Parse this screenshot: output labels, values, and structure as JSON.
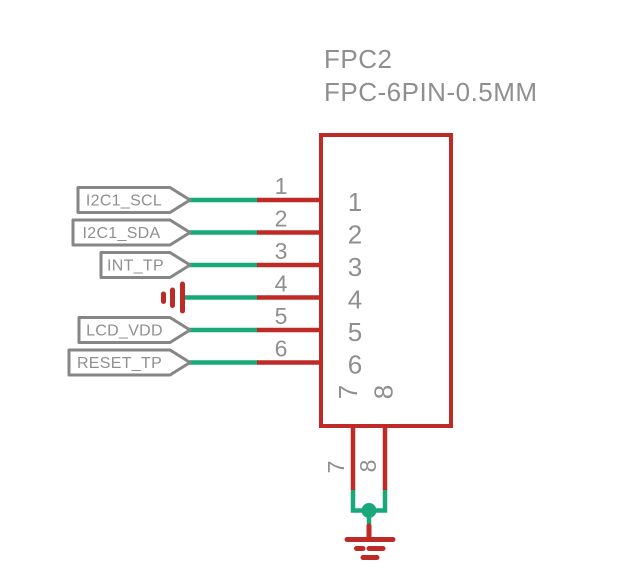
{
  "component": {
    "designator": "FPC2",
    "footprint": "FPC-6PIN-0.5MM"
  },
  "pins_left": [
    {
      "number": "1",
      "name": "1",
      "net": "I2C1_SCL"
    },
    {
      "number": "2",
      "name": "2",
      "net": "I2C1_SDA"
    },
    {
      "number": "3",
      "name": "3",
      "net": "INT_TP"
    },
    {
      "number": "4",
      "name": "4",
      "net_symbol": "ground-icon"
    },
    {
      "number": "5",
      "name": "5",
      "net": "LCD_VDD"
    },
    {
      "number": "6",
      "name": "6",
      "net": "RESET_TP"
    }
  ],
  "pins_bottom": [
    {
      "number": "7",
      "name": "7",
      "net_symbol": "ground-icon"
    },
    {
      "number": "8",
      "name": "8",
      "net_symbol": "ground-icon"
    }
  ],
  "colors": {
    "component_outline": "#be2b27",
    "wire": "#19a878",
    "ground_symbol": "#be2b27",
    "annotation_text": "#8f8f8f",
    "net_flag_outline": "#868686",
    "net_flag_fill": "#ffffff",
    "background": "#ffffff"
  }
}
